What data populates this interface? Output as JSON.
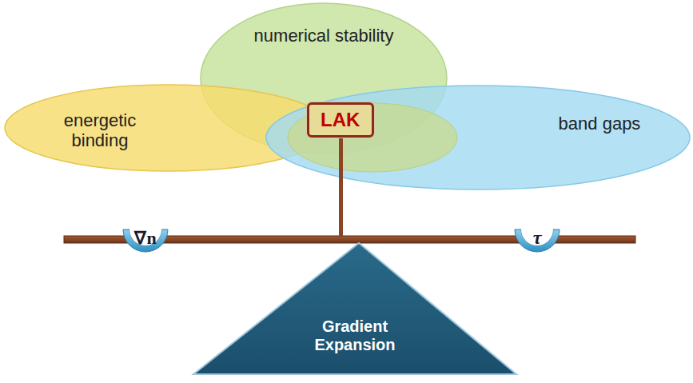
{
  "diagram": {
    "nodes": [
      {
        "text": [
          "numerical stability"
        ]
      },
      {
        "text": [
          "energetic binding"
        ]
      },
      {
        "text": [
          "LAK"
        ]
      },
      {
        "text": [
          "band gaps"
        ]
      },
      {
        "text": [
          "∇n"
        ]
      },
      {
        "text": [
          "τ"
        ]
      },
      {
        "text": [
          "Gradient Expansion"
        ]
      }
    ]
  }
}
